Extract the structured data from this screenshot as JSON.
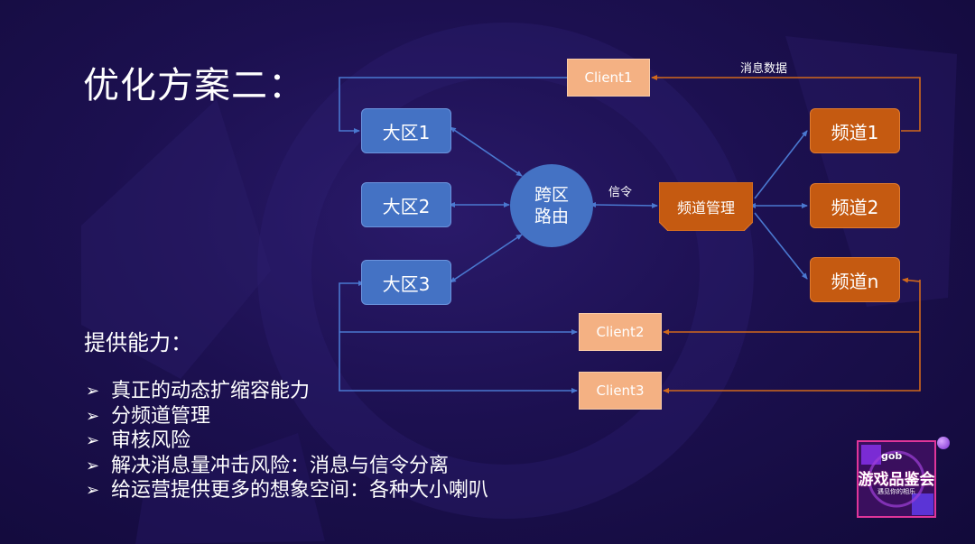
{
  "title": "优化方案二：",
  "capabilities": {
    "heading": "提供能力：",
    "bullet_mark": "➢",
    "items": [
      "真正的动态扩缩容能力",
      "分频道管理",
      "审核风险",
      "解决消息量冲击风险：消息与信令分离",
      "给运营提供更多的想象空间：各种大小喇叭"
    ]
  },
  "diagram": {
    "regions": [
      "大区1",
      "大区2",
      "大区3"
    ],
    "router": [
      "跨区",
      "路由"
    ],
    "channel_manager": "频道管理",
    "channels": [
      "频道1",
      "频道2",
      "频道n"
    ],
    "clients": [
      "Client1",
      "Client2",
      "Client3"
    ],
    "labels": {
      "signal": "信令",
      "message_data": "消息数据"
    },
    "colors": {
      "region": "#4472c4",
      "channel": "#c55a11",
      "client": "#f4b183",
      "blue_line": "#4a78d0",
      "orange_line": "#d1691c"
    }
  },
  "logo": {
    "text": "游戏品鉴会",
    "badge": "gob",
    "subtitle": "遇见你的相乐"
  }
}
